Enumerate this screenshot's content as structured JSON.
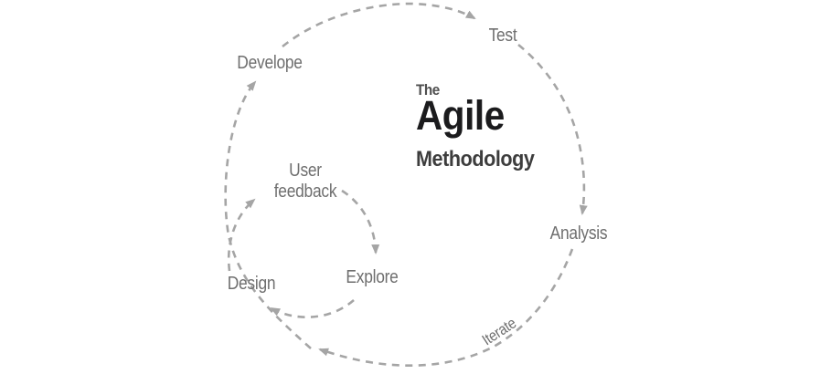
{
  "title": {
    "line1": "The",
    "line2": "Agile",
    "line3": "Methodology"
  },
  "labels": {
    "develope": "Develope",
    "test": "Test",
    "user_feedback_line1": "User",
    "user_feedback_line2": "feedback",
    "design": "Design",
    "explore": "Explore",
    "analysis": "Analysis",
    "iterate": "Iterate"
  },
  "edges": [
    {
      "from": "Design",
      "to": "Develope"
    },
    {
      "from": "Develope",
      "to": "Test"
    },
    {
      "from": "Test",
      "to": "Analysis"
    },
    {
      "from": "Analysis",
      "to": "Design",
      "label": "Iterate"
    },
    {
      "from": "Design",
      "to": "User feedback"
    },
    {
      "from": "User feedback",
      "to": "Explore"
    },
    {
      "from": "Explore",
      "to": "Design"
    }
  ],
  "colors": {
    "background": "#ffffff",
    "dashed_line": "#a5a5a5",
    "label_text": "#6f6f6f",
    "title_the": "#4f4f4f",
    "title_agile": "#1b1b1d",
    "title_methodology": "#3d3d3d"
  }
}
